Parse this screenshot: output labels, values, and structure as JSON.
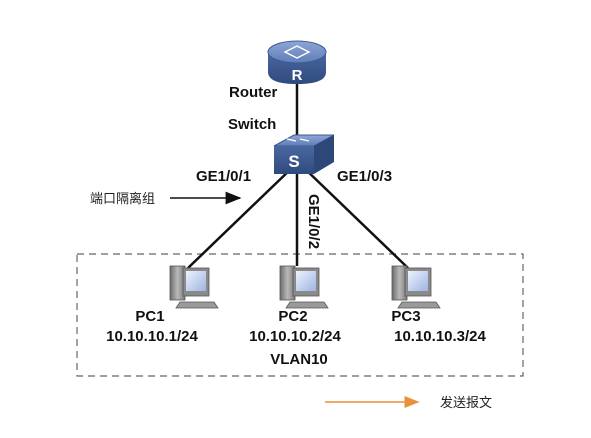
{
  "router": {
    "label": "Router",
    "icon_letter": "R"
  },
  "switch": {
    "label": "Switch",
    "icon_letter": "S"
  },
  "ports": {
    "p1": "GE1/0/1",
    "p2": "GE1/0/2",
    "p3": "GE1/0/3"
  },
  "isolation_group_label": "端口隔离组",
  "pcs": [
    {
      "name": "PC1",
      "ip": "10.10.10.1/24"
    },
    {
      "name": "PC2",
      "ip": "10.10.10.2/24"
    },
    {
      "name": "PC3",
      "ip": "10.10.10.3/24"
    }
  ],
  "vlan_label": "VLAN10",
  "legend": {
    "label": "发送报文",
    "color": "#e8913a"
  },
  "colors": {
    "device_blue": "#4f6fa8",
    "line": "#111111",
    "dash": "#666666"
  }
}
